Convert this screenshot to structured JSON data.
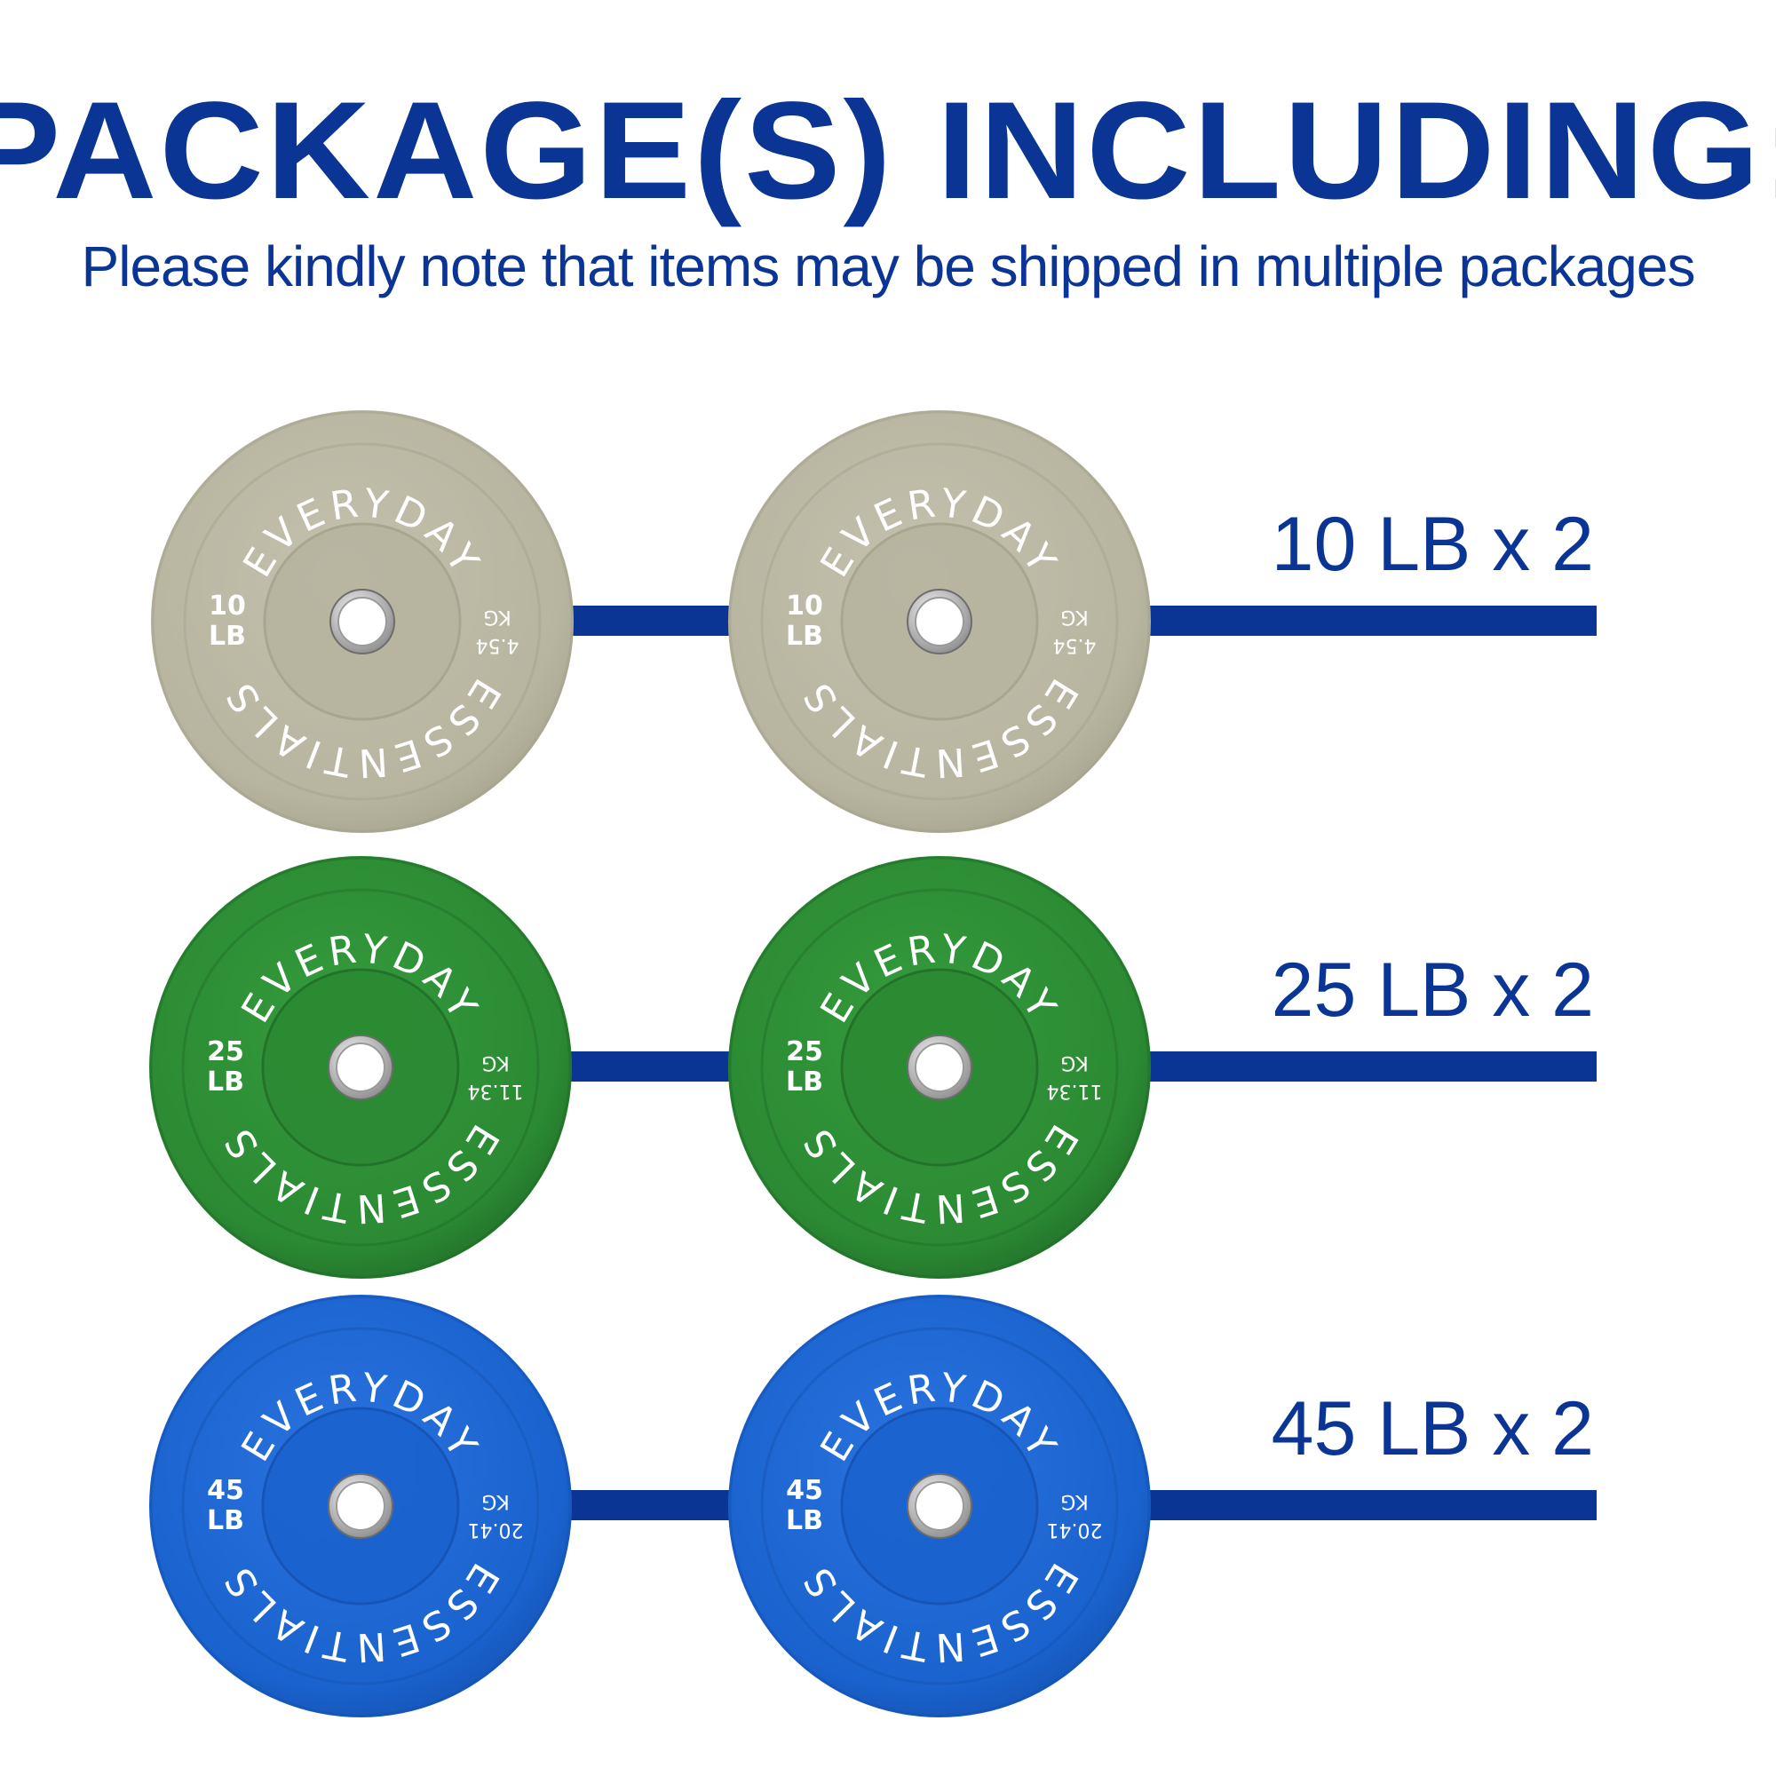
{
  "header": {
    "title": "PACKAGE(S) INCLUDING:",
    "subtitle": "Please kindly note that items may be shipped in multiple packages"
  },
  "plates": [
    {
      "quantity_label": "10 LB x 2",
      "brand_top": "EVERYDAY",
      "brand_bottom": "ESSENTIALS",
      "lb_value": "10",
      "lb_unit": "LB",
      "kg_value": "4.54",
      "kg_unit": "KG",
      "color": "#b7b5a0",
      "color_dark": "#a6a48e",
      "color_light": "#c3c1ad"
    },
    {
      "quantity_label": "25 LB x 2",
      "brand_top": "EVERYDAY",
      "brand_bottom": "ESSENTIALS",
      "lb_value": "25",
      "lb_unit": "LB",
      "kg_value": "11.34",
      "kg_unit": "KG",
      "color": "#2b8a33",
      "color_dark": "#226f29",
      "color_light": "#349a3c"
    },
    {
      "quantity_label": "45 LB x 2",
      "brand_top": "EVERYDAY",
      "brand_bottom": "ESSENTIALS",
      "lb_value": "45",
      "lb_unit": "LB",
      "kg_value": "20.41",
      "kg_unit": "KG",
      "color": "#1a63cf",
      "color_dark": "#1553b4",
      "color_light": "#2a73df"
    }
  ],
  "accent_color": "#0a3594"
}
